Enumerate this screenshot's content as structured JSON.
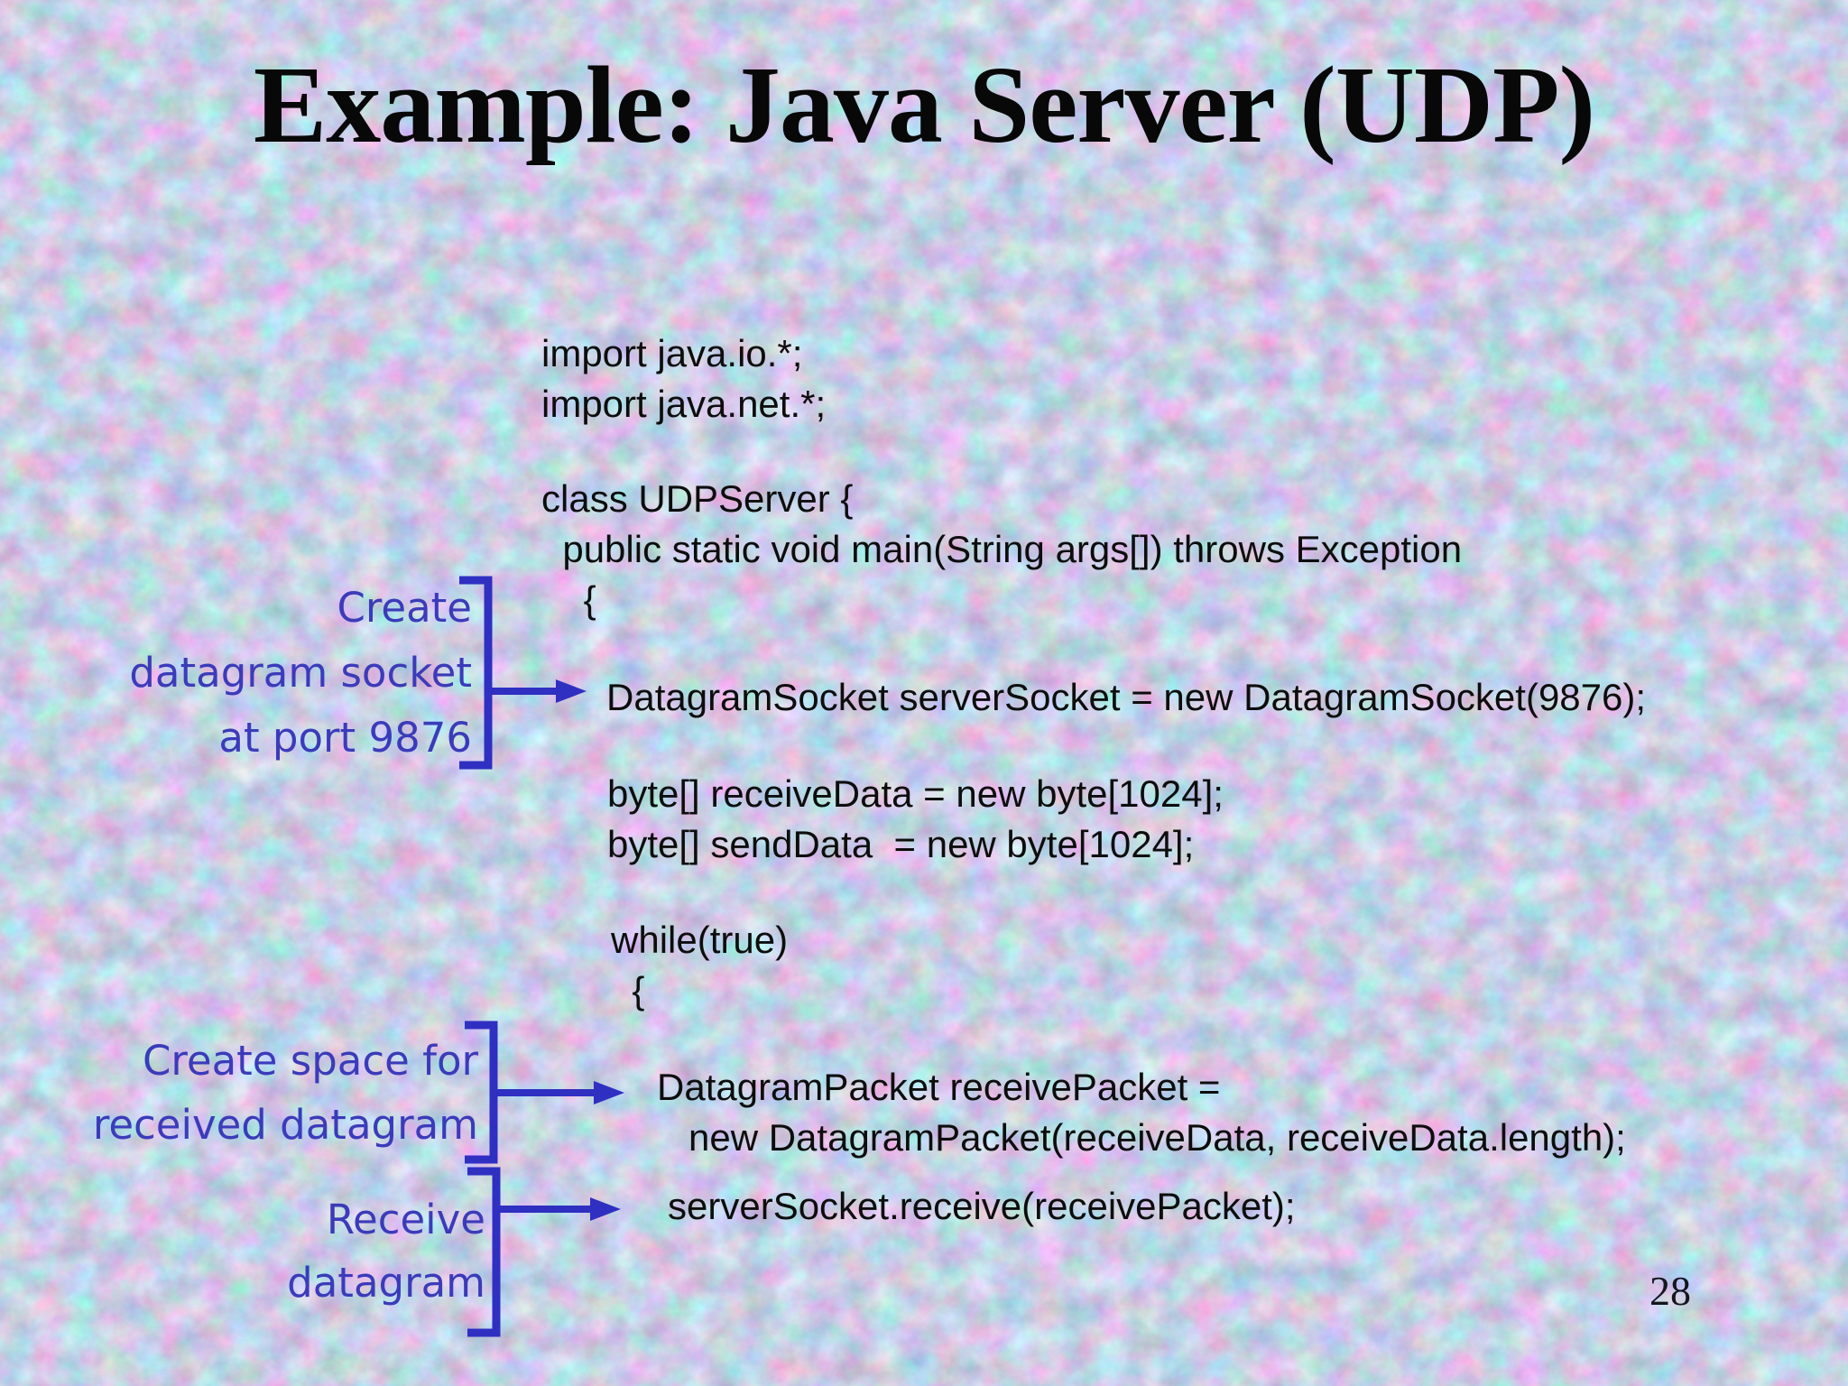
{
  "slide": {
    "title": "Example: Java Server (UDP)",
    "page_number": "28"
  },
  "colors": {
    "annotation_blue": "#3b3bba",
    "connector_blue": "#2f2fc2",
    "code_text": "#0d0d0d",
    "background_base": "#c9d0e6"
  },
  "code": {
    "segments": [
      {
        "lines": [
          "import java.io.*;",
          "import java.net.*;"
        ]
      },
      {
        "lines": [
          "class UDPServer {",
          "  public static void main(String args[]) throws Exception",
          "    {"
        ]
      },
      {
        "lines": [
          "DatagramSocket serverSocket = new DatagramSocket(9876);"
        ]
      },
      {
        "lines": [
          "byte[] receiveData = new byte[1024];",
          "byte[] sendData  = new byte[1024];"
        ]
      },
      {
        "lines": [
          "while(true)",
          "  {"
        ]
      },
      {
        "lines": [
          "DatagramPacket receivePacket =",
          "   new DatagramPacket(receiveData, receiveData.length);"
        ]
      },
      {
        "lines": [
          "serverSocket.receive(receivePacket);"
        ]
      }
    ]
  },
  "annotations": [
    {
      "lines": [
        "Create",
        "datagram socket",
        "at port 9876"
      ]
    },
    {
      "lines": [
        "Create space for",
        "received datagram"
      ]
    },
    {
      "lines": [
        "Receive",
        "datagram"
      ]
    }
  ]
}
